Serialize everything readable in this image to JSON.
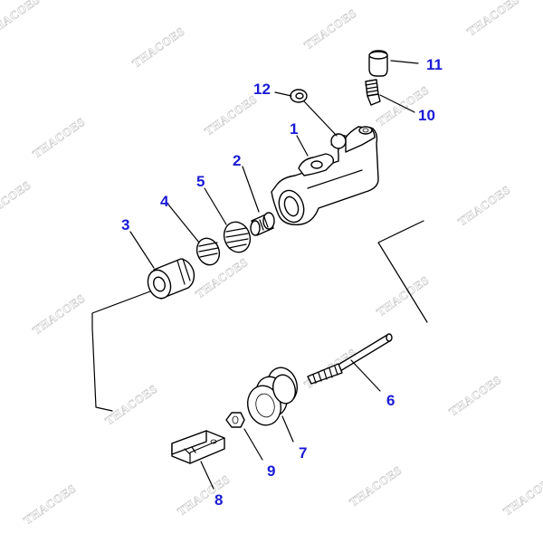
{
  "watermark": "THACOES",
  "callouts": {
    "p1": "1",
    "p2": "2",
    "p3": "3",
    "p4": "4",
    "p5": "5",
    "p6": "6",
    "p7": "7",
    "p8": "8",
    "p9": "9",
    "p10": "10",
    "p11": "11",
    "p12": "12"
  },
  "colors": {
    "callout": "#1a1ad6",
    "line": "#000000",
    "watermark": "#cfcfcf"
  }
}
